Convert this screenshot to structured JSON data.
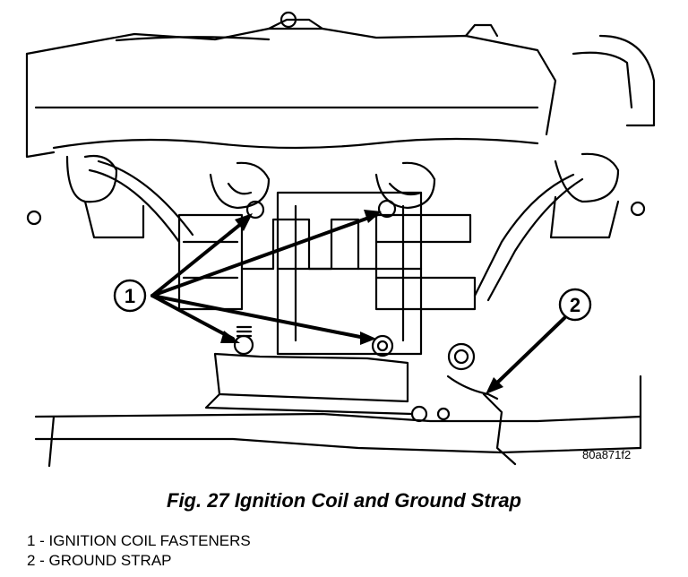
{
  "figure": {
    "code": "80a871f2",
    "caption": "Fig. 27 Ignition Coil and Ground Strap"
  },
  "callouts": [
    {
      "number": "1",
      "label": "1 - IGNITION COIL FASTENERS"
    },
    {
      "number": "2",
      "label": "2 - GROUND STRAP"
    }
  ],
  "colors": {
    "ink": "#000000",
    "paper": "#ffffff"
  }
}
